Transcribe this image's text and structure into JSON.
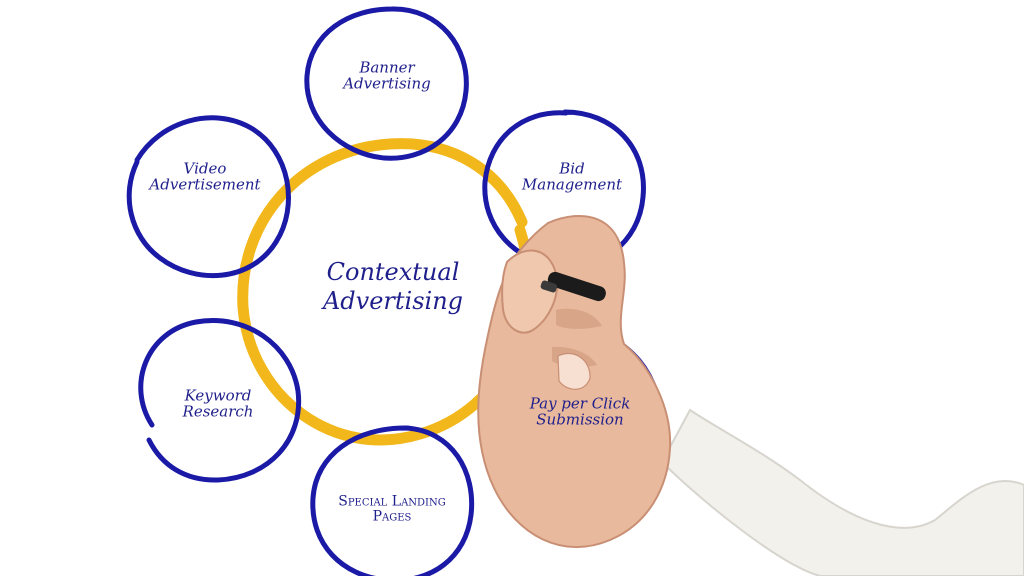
{
  "diagram": {
    "center": {
      "label": "Contextual\nAdvertising"
    },
    "nodes": [
      {
        "id": "banner",
        "label": "Banner\nAdvertising"
      },
      {
        "id": "bid",
        "label": "Bid\nManagement"
      },
      {
        "id": "ppc",
        "label": "Pay per  Click\nSubmission"
      },
      {
        "id": "landing",
        "label": "Special Landing\nPages"
      },
      {
        "id": "keyword",
        "label": "Keyword\nResearch"
      },
      {
        "id": "video",
        "label": "Video\nAdvertisement"
      }
    ],
    "colors": {
      "ring": "#f2b71b",
      "node_stroke": "#1a1aa6",
      "text": "#1f1f8c",
      "skin": "#e8b99c",
      "skin_shadow": "#c98f74",
      "sleeve": "#f3f1ec",
      "marker": "#1b1b1b"
    }
  }
}
